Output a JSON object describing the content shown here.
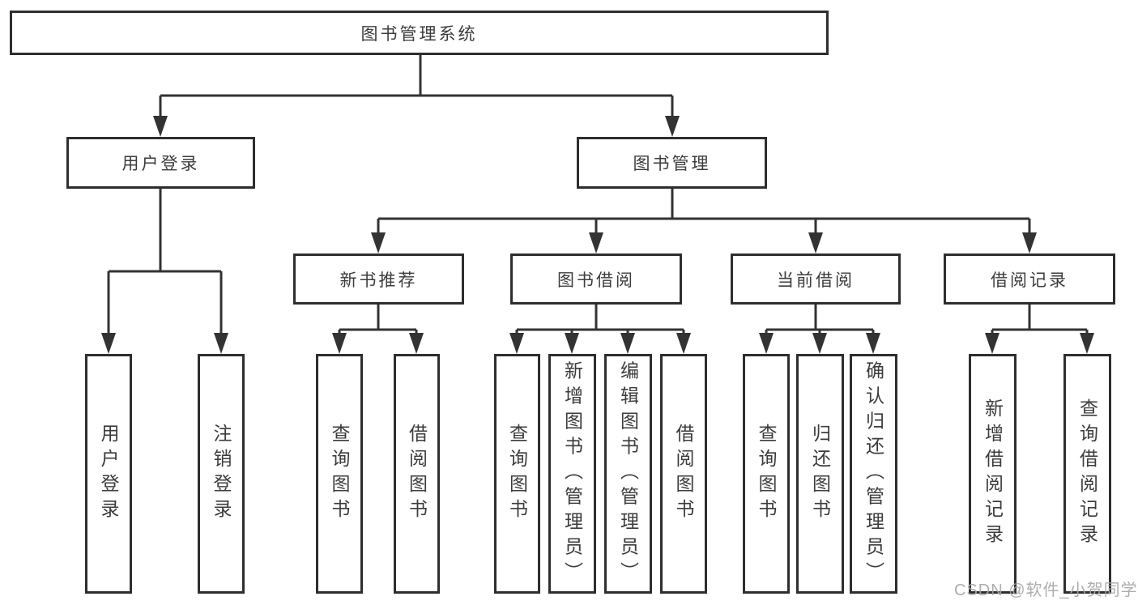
{
  "diagram": {
    "root": {
      "label": "图书管理系统"
    },
    "branches": [
      {
        "label": "用户登录",
        "children": [
          {
            "label": "用户登录"
          },
          {
            "label": "注销登录"
          }
        ]
      },
      {
        "label": "图书管理",
        "children": [
          {
            "label": "新书推荐",
            "children": [
              {
                "label": "查询图书"
              },
              {
                "label": "借阅图书"
              }
            ]
          },
          {
            "label": "图书借阅",
            "children": [
              {
                "label": "查询图书"
              },
              {
                "label": "新增图书（管理员）"
              },
              {
                "label": "编辑图书（管理员）"
              },
              {
                "label": "借阅图书"
              }
            ]
          },
          {
            "label": "当前借阅",
            "children": [
              {
                "label": "查询图书"
              },
              {
                "label": "归还图书"
              },
              {
                "label": "确认归还（管理员）"
              }
            ]
          },
          {
            "label": "借阅记录",
            "children": [
              {
                "label": "新增借阅记录"
              },
              {
                "label": "查询借阅记录"
              }
            ]
          }
        ]
      }
    ]
  },
  "watermark": {
    "text": "CSDN @软件_小贺同学"
  },
  "colors": {
    "line": "#333333",
    "box_border": "#2e2e2e",
    "text": "#3c3c3c",
    "watermark": "#a6a6a6",
    "background": "#ffffff"
  }
}
